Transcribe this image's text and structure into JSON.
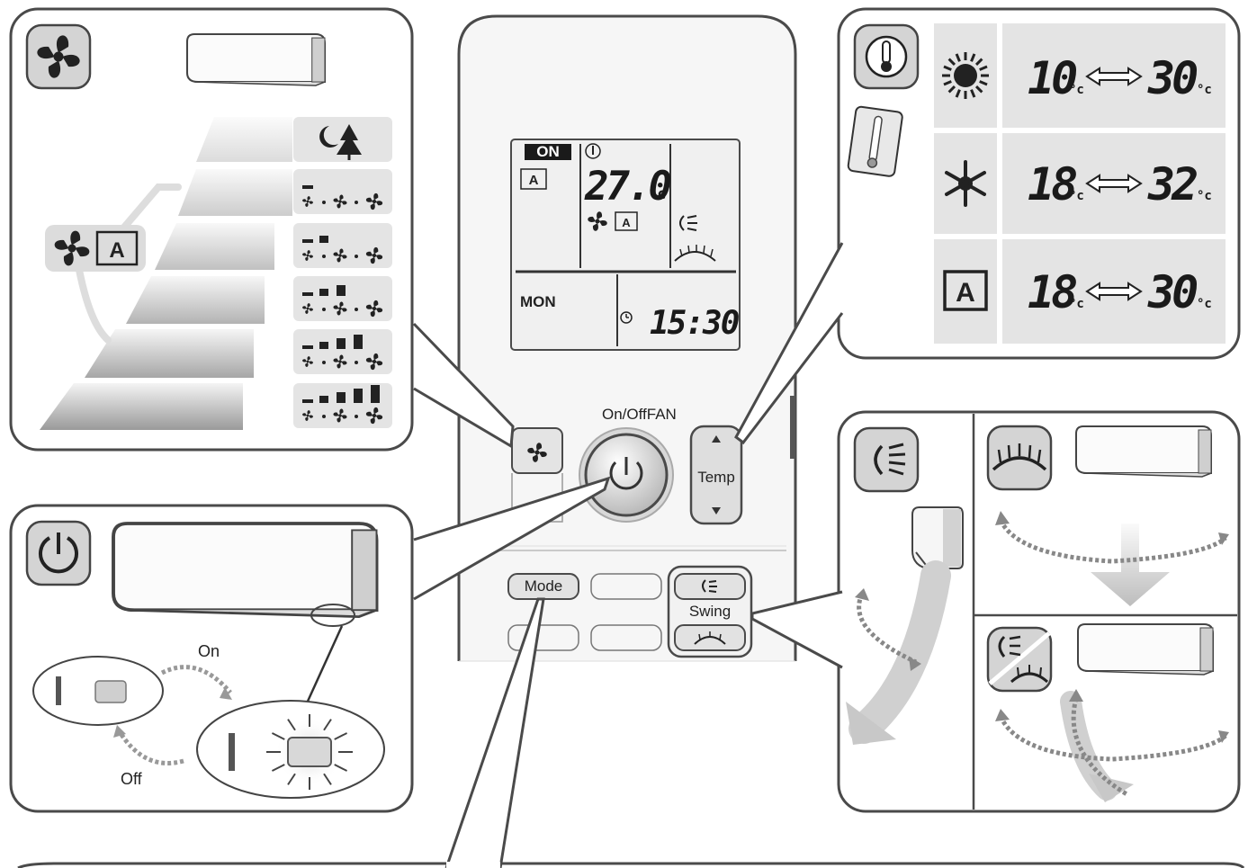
{
  "remote": {
    "display": {
      "on_badge": "ON",
      "temperature": "27.0",
      "temp_unit": "°c",
      "day": "MON",
      "time": "15:30"
    },
    "buttons": {
      "onoff_label": "On/Off",
      "fan_label": "FAN",
      "temp_label": "Temp",
      "mode_label": "Mode",
      "swing_label": "Swing"
    }
  },
  "power_panel": {
    "on_label": "On",
    "off_label": "Off"
  },
  "temp_ranges": [
    {
      "mode": "heat",
      "icon": "sun-icon",
      "min": "10",
      "max": "30",
      "unit": "°c"
    },
    {
      "mode": "cool",
      "icon": "snowflake-icon",
      "min": "18",
      "max": "32",
      "unit": "°c"
    },
    {
      "mode": "auto",
      "icon": "auto-mode-icon",
      "min": "18",
      "max": "30",
      "unit": "°c"
    }
  ],
  "fan_levels": [
    {
      "level": "night",
      "icon": "moon-tree-icon",
      "bars": 0
    },
    {
      "level": 1,
      "bars": 1
    },
    {
      "level": 2,
      "bars": 2
    },
    {
      "level": 3,
      "bars": 3
    },
    {
      "level": 4,
      "bars": 4
    },
    {
      "level": 5,
      "bars": 5
    }
  ],
  "colors": {
    "outline": "#4a4a4a",
    "panel_bg": "#e6e6e6",
    "lcd_bg": "#f0f0f0"
  }
}
